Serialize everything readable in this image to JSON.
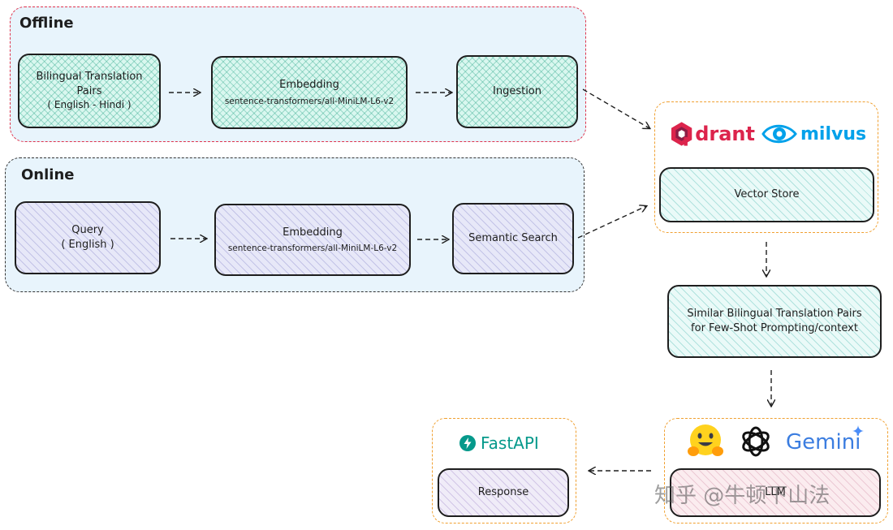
{
  "groups": {
    "offline": {
      "title": "Offline"
    },
    "online": {
      "title": "Online"
    }
  },
  "nodes": {
    "bilingual_pairs": {
      "line1": "Bilingual Translation",
      "line2": "Pairs",
      "line3": "( English - Hindi )"
    },
    "offline_embedding": {
      "title": "Embedding",
      "model": "sentence-transformers/all-MiniLM-L6-v2"
    },
    "ingestion": {
      "title": "Ingestion"
    },
    "query": {
      "line1": "Query",
      "line2": "( English )"
    },
    "online_embedding": {
      "title": "Embedding",
      "model": "sentence-transformers/all-MiniLM-L6-v2"
    },
    "semantic_search": {
      "title": "Semantic Search"
    },
    "vector_store": {
      "title": "Vector Store"
    },
    "similar_pairs": {
      "line1": "Similar Bilingual Translation Pairs",
      "line2": "for Few-Shot Prompting/context"
    },
    "llm": {
      "title": "LLM"
    },
    "response": {
      "title": "Response"
    }
  },
  "logos": {
    "qdrant": {
      "text": "drant",
      "icon": "qdrant-logo-icon",
      "color": "#dc244c"
    },
    "milvus": {
      "text": "milvus",
      "icon": "milvus-eye-icon",
      "color": "#00a1ea"
    },
    "fastapi": {
      "text": "FastAPI",
      "icon": "fastapi-bolt-icon",
      "color": "#05998b"
    },
    "huggingface": {
      "icon": "hugging-face-emoji-icon",
      "emoji": "🤗"
    },
    "openai": {
      "icon": "openai-knot-icon"
    },
    "gemini": {
      "text": "Gemini",
      "icon": "gemini-sparkle-icon",
      "color": "#3b7de0"
    }
  },
  "watermark": {
    "text": "知乎 @牛顿下山法"
  }
}
